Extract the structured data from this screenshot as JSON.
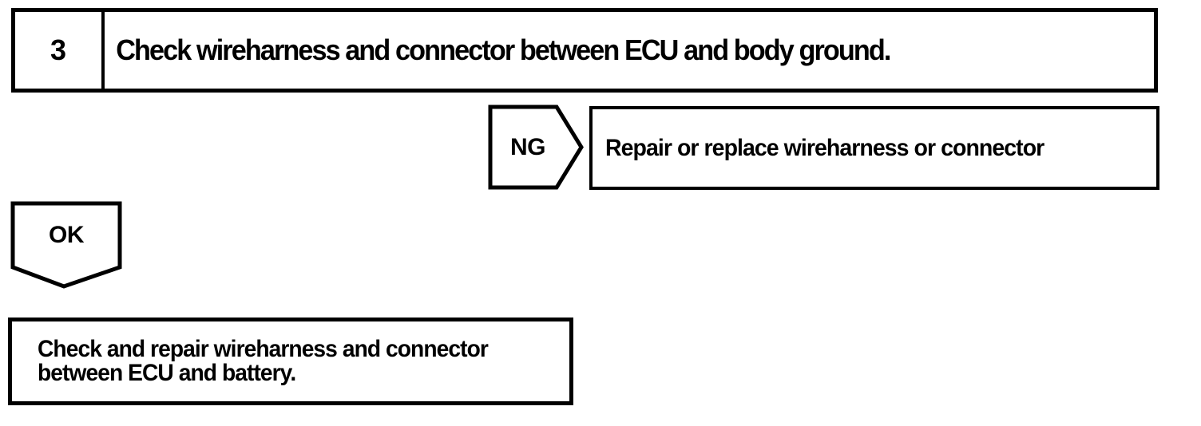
{
  "colors": {
    "ink": "#000000",
    "paper": "#ffffff"
  },
  "flowchart": {
    "step": {
      "number": "3",
      "instruction": "Check wireharness and connector between ECU and body ground."
    },
    "ng": {
      "label": "NG",
      "action": "Repair or replace wireharness or connector"
    },
    "ok": {
      "label": "OK",
      "action_lines": {
        "0": "Check and repair wireharness and connector",
        "1": "between ECU and battery."
      }
    }
  }
}
